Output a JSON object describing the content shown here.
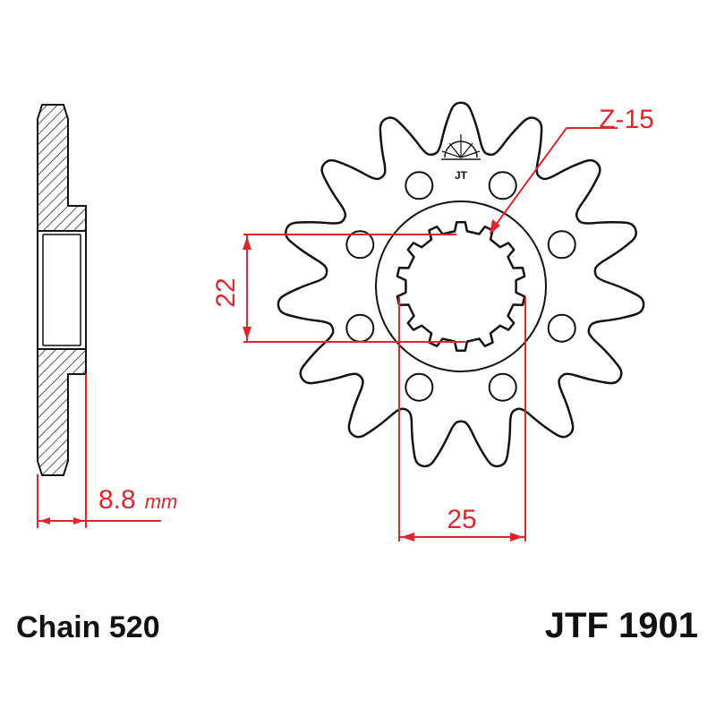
{
  "tooth_count_label": "Z-15",
  "dimensions": {
    "height_value": "22",
    "width_value": "25",
    "thickness_value": "8.8",
    "thickness_unit": "mm"
  },
  "footer": {
    "chain_label": "Chain 520",
    "part_number": "JTF 1901"
  },
  "logo_text": "JT",
  "colors": {
    "outline": "#111111",
    "dimension": "#e0262b",
    "background": "#ffffff"
  }
}
